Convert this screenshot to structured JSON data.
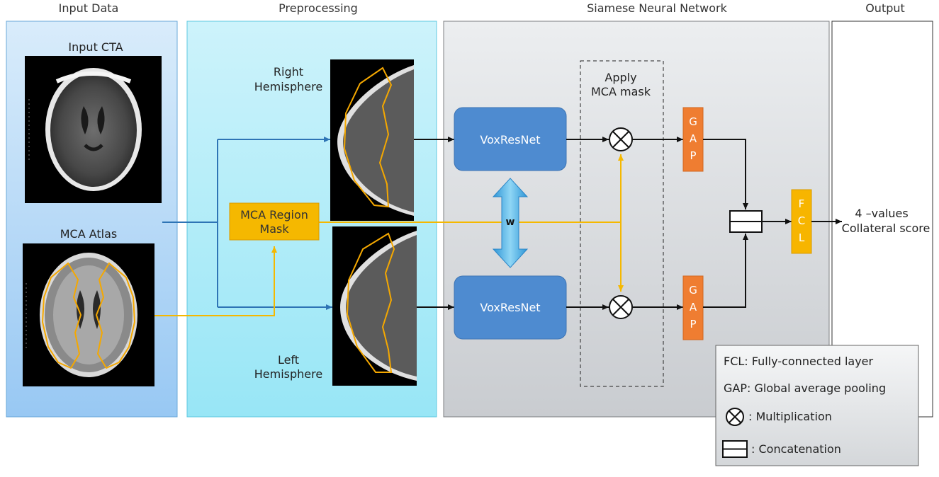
{
  "sections": {
    "input": "Input Data",
    "preprocessing": "Preprocessing",
    "network": "Siamese Neural Network",
    "output": "Output"
  },
  "input_labels": {
    "cta": "Input CTA",
    "atlas": "MCA Atlas"
  },
  "preprocessing_labels": {
    "mask_line1": "MCA Region",
    "mask_line2": "Mask",
    "right_line1": "Right",
    "right_line2": "Hemisphere",
    "left_line1": "Left",
    "left_line2": "Hemisphere"
  },
  "network_labels": {
    "voxresnet_top": "VoxResNet",
    "voxresnet_bottom": "VoxResNet",
    "shared_weight": "w",
    "apply_line1": "Apply",
    "apply_line2": "MCA mask",
    "gap_top": [
      "G",
      "A",
      "P"
    ],
    "gap_bottom": [
      "G",
      "A",
      "P"
    ],
    "fcl": [
      "F",
      "C",
      "L"
    ]
  },
  "output_labels": {
    "line1": "4 –values",
    "line2": "Collateral score"
  },
  "legend": {
    "fcl": "FCL: Fully-connected layer",
    "gap": "GAP: Global average pooling",
    "mult": ": Multiplication",
    "concat": ": Concatenation"
  },
  "colors": {
    "input_panel": "#a8d4f7",
    "preprocessing_panel": "#a9ecf8",
    "network_panel": "#d7dadd",
    "mask_box": "#f5b800",
    "voxresnet": "#4e8bd0",
    "gap": "#ef7d31",
    "fcl": "#f7b500",
    "blue_arrow": "#2e74b5",
    "orange_arrow": "#f5b800"
  },
  "icons": {
    "multiply": "circled-times-icon",
    "concat": "split-rectangle-icon",
    "weight_share": "double-arrow-icon"
  }
}
